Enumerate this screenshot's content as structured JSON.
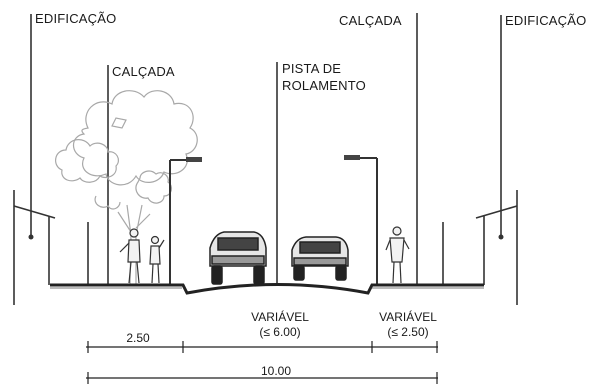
{
  "labels": {
    "building_left": "EDIFICAÇÃO",
    "sidewalk_left": "CALÇADA",
    "roadway_line1": "PISTA DE",
    "roadway_line2": "ROLAMENTO",
    "sidewalk_right": "CALÇADA",
    "building_right": "EDIFICAÇÃO"
  },
  "dimensions": {
    "sidewalk_width": "2.50",
    "roadway_line1": "VARIÁVEL",
    "roadway_line2": "(≤ 6.00)",
    "sidewalk_right_line1": "VARIÁVEL",
    "sidewalk_right_line2": "(≤ 2.50)",
    "total_width": "10.00"
  }
}
